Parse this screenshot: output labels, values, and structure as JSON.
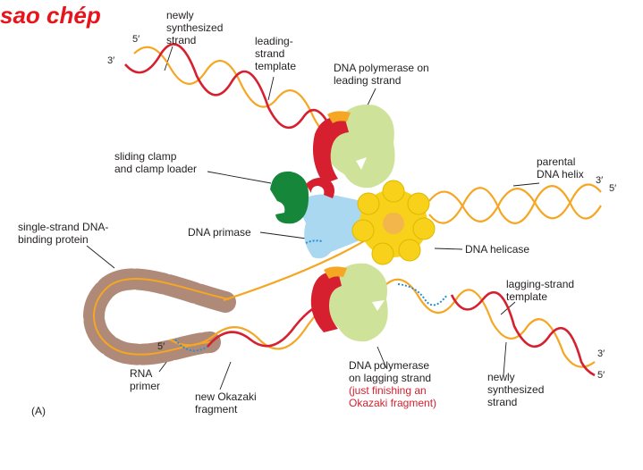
{
  "title": "sao chép",
  "panel_label": "(A)",
  "labels": {
    "newly_synth_top": [
      "newly",
      "synthesized",
      "strand"
    ],
    "leading_template": [
      "leading-",
      "strand",
      "template"
    ],
    "pol_leading": [
      "DNA polymerase on",
      "leading strand"
    ],
    "sliding_clamp": [
      "sliding clamp",
      "and clamp loader"
    ],
    "parental_helix": [
      "parental",
      "DNA helix"
    ],
    "ssb": [
      "single-strand DNA-",
      "binding protein"
    ],
    "primase": "DNA primase",
    "helicase": "DNA helicase",
    "lagging_template": [
      "lagging-strand",
      "template"
    ],
    "rna_primer": [
      "RNA",
      "primer"
    ],
    "okazaki": [
      "new Okazaki",
      "fragment"
    ],
    "pol_lagging": [
      "DNA polymerase",
      "on lagging strand"
    ],
    "pol_lagging_note": [
      "(just finishing an",
      "Okazaki fragment)"
    ],
    "newly_synth_bottom": [
      "newly",
      "synthesized",
      "strand"
    ]
  },
  "ends": {
    "top_5": "5′",
    "top_3": "3′",
    "right_3": "3′",
    "right_5": "5′",
    "bottom_3": "3′",
    "bottom_5": "5′",
    "loop_5": "5′"
  },
  "colors": {
    "dna_orange": "#f5a623",
    "dna_red": "#d6202f",
    "polymerase": "#cfe29a",
    "clamp_green": "#16873a",
    "primase_blue": "#a9d8f0",
    "helicase_yellow": "#f7d11a",
    "ssb_brown": "#b08a78",
    "primer_blue": "#2a8fd0"
  }
}
